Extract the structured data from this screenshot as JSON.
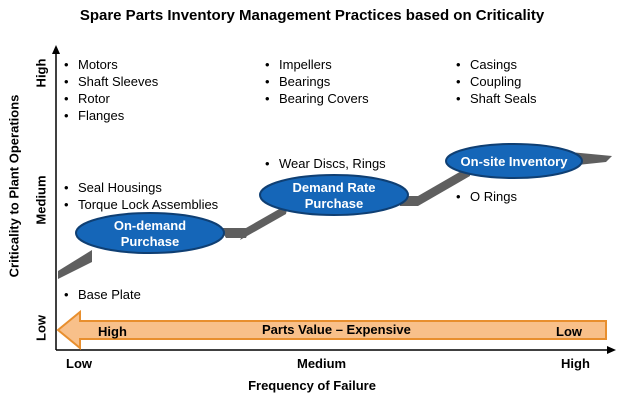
{
  "title": "Spare Parts Inventory Management Practices based on Criticality",
  "y_axis": {
    "title": "Criticality to Plant Operations",
    "ticks": {
      "high": "High",
      "medium": "Medium",
      "low": "Low"
    }
  },
  "x_axis": {
    "title": "Frequency of Failure",
    "ticks": {
      "low": "Low",
      "medium": "Medium",
      "high": "High"
    }
  },
  "groups": {
    "low_freq_high_crit": [
      "Motors",
      "Shaft Sleeves",
      "Rotor",
      "Flanges"
    ],
    "med_freq_high_crit": [
      "Impellers",
      "Bearings",
      "Bearing Covers"
    ],
    "high_freq_high_crit": [
      "Casings",
      "Coupling",
      "Shaft Seals"
    ],
    "low_freq_med_crit": [
      "Seal Housings",
      "Torque Lock Assemblies"
    ],
    "med_freq_med_crit": [
      "Wear Discs, Rings"
    ],
    "high_freq_med_crit": [
      "O Rings"
    ],
    "low_freq_low_crit": [
      "Base Plate"
    ]
  },
  "strategies": {
    "on_demand": {
      "line1": "On-demand",
      "line2": "Purchase"
    },
    "demand_rate": {
      "line1": "Demand Rate",
      "line2": "Purchase"
    },
    "on_site": {
      "line1": "On-site Inventory"
    }
  },
  "value_arrow": {
    "label": "Parts Value – Expensive",
    "left_label": "High",
    "right_label": "Low"
  },
  "colors": {
    "ellipse_fill": "#1566b8",
    "ellipse_border": "#0f3f73",
    "path_gray": "#5f5f5f",
    "arrow_fill": "#f8c08a",
    "arrow_border": "#e88f2e"
  }
}
